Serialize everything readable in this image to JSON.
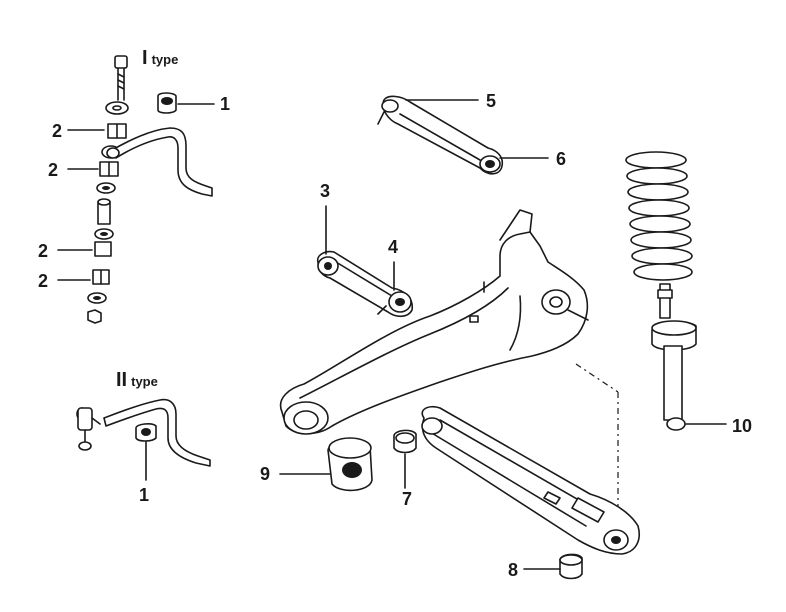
{
  "type_titles": {
    "type_one": {
      "main": "I",
      "suffix": "type"
    },
    "type_two": {
      "main": "II",
      "suffix": "type"
    }
  },
  "callouts": {
    "c1_top": "1",
    "c2_a": "2",
    "c2_b": "2",
    "c2_c": "2",
    "c2_d": "2",
    "c1_bottom": "1",
    "c3": "3",
    "c4": "4",
    "c5": "5",
    "c6": "6",
    "c7": "7",
    "c8": "8",
    "c9": "9",
    "c10": "10"
  }
}
